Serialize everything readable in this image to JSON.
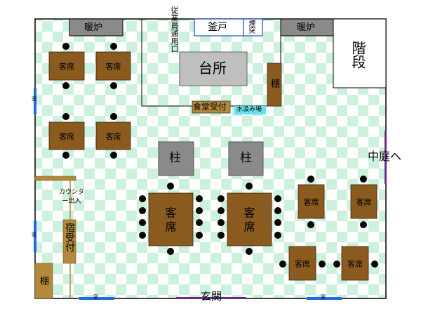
{
  "rooms": {
    "heater_left": "暖炉",
    "heater_right": "暖炉",
    "staff_entrance": "従業員通用口",
    "oven": "釜戸",
    "chimney": "煙突",
    "kitchen": "台所",
    "shelf_kitchen": "棚",
    "dining_reception": "食堂受付",
    "water_place": "水汲み場",
    "stairs": "階段",
    "courtyard": "中庭へ",
    "pillar_left": "柱",
    "pillar_right": "柱",
    "counter_entrance": "カウンター出入",
    "inn_reception": "宿受付",
    "shelf_left": "棚",
    "entrance": "玄関",
    "window": "窓"
  },
  "tables": {
    "small_label": "客席",
    "large_label": "客席"
  },
  "colors": {
    "floor_a": "#CCF2DD",
    "floor_b": "#FFFFFF",
    "table": "#8B5A1E",
    "wood": "#B38A3C",
    "gray": "#8A8A8A",
    "window": "#1E6EE0",
    "door": "#6A2C8C",
    "water": "#66E0F0"
  }
}
